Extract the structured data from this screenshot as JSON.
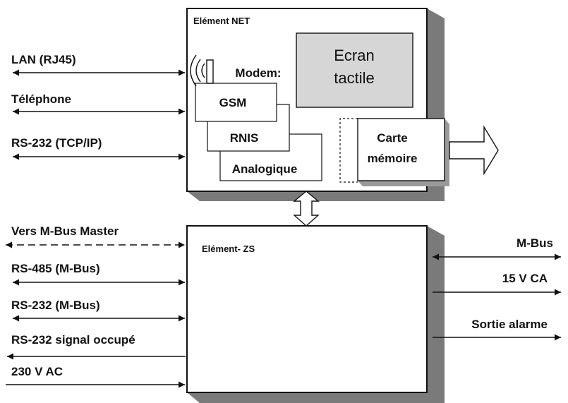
{
  "net_block": {
    "title": "Elément NET",
    "modem_label": "Modem:",
    "modems": [
      "GSM",
      "RNIS",
      "Analogique"
    ],
    "touchscreen_line1": "Ecran",
    "touchscreen_line2": "tactile",
    "memory_card_line1": "Carte",
    "memory_card_line2": "mémoire"
  },
  "zs_block": {
    "title": "Elément- ZS"
  },
  "net_interfaces": [
    "LAN (RJ45)",
    "Téléphone",
    "RS-232 (TCP/IP)"
  ],
  "zs_left_interfaces": [
    "Vers M-Bus Master",
    "RS-485 (M-Bus)",
    "RS-232 (M-Bus)",
    "RS-232 signal occupé",
    "230 V AC"
  ],
  "zs_right_interfaces": [
    "M-Bus",
    "15 V CA",
    "Sortie alarme"
  ]
}
